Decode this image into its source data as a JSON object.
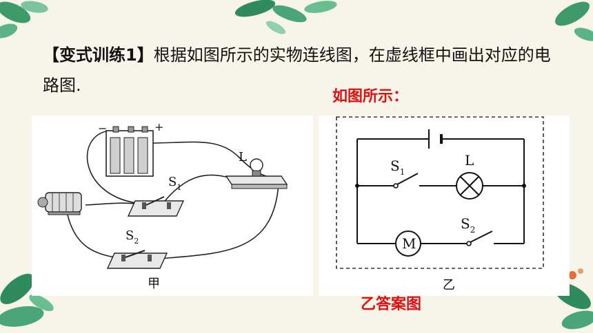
{
  "problem": {
    "tag": "【变式训练1】",
    "text": "根据如图所示的实物连线图，在虚线框中画出对应的电路图."
  },
  "answer": {
    "heading": "如图所示：",
    "caption": "乙答案图"
  },
  "figure_left": {
    "caption": "甲",
    "label_L": "L",
    "label_S": "S",
    "sub_1": "1",
    "sub_2": "2",
    "minus": "−",
    "plus": "+"
  },
  "figure_right": {
    "caption": "乙",
    "label_L": "L",
    "label_S": "S",
    "sub_1": "1",
    "sub_2": "2",
    "motor_symbol": "M"
  },
  "colors": {
    "answer_red": "#e01010",
    "leaf_green": "#3f9a6a",
    "background": "#f7f5ea"
  }
}
